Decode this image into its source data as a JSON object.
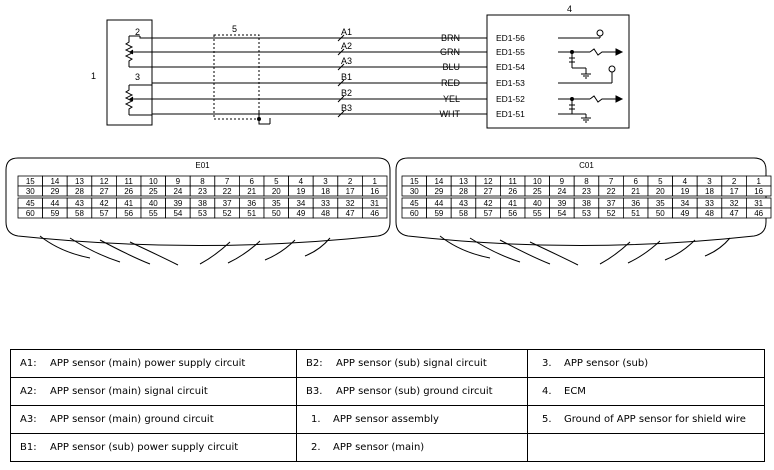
{
  "schematic": {
    "component_labels": {
      "assembly": "1",
      "shield": "5",
      "ecm": "4",
      "sensor_main": "2",
      "sensor_sub": "3"
    },
    "circuits": [
      {
        "code": "A1",
        "wire": "BRN",
        "terminal": "ED1-56"
      },
      {
        "code": "A2",
        "wire": "GRN",
        "terminal": "ED1-55"
      },
      {
        "code": "A3",
        "wire": "BLU",
        "terminal": "ED1-54"
      },
      {
        "code": "B1",
        "wire": "RED",
        "terminal": "ED1-53"
      },
      {
        "code": "B2",
        "wire": "YEL",
        "terminal": "ED1-52"
      },
      {
        "code": "B3",
        "wire": "WHT",
        "terminal": "ED1-51"
      }
    ]
  },
  "connectors": [
    {
      "name": "E01",
      "rows": [
        [
          "15",
          "14",
          "13",
          "12",
          "11",
          "10",
          "9",
          "8",
          "7",
          "6",
          "5",
          "4",
          "3",
          "2",
          "1"
        ],
        [
          "30",
          "29",
          "28",
          "27",
          "26",
          "25",
          "24",
          "23",
          "22",
          "21",
          "20",
          "19",
          "18",
          "17",
          "16"
        ],
        [
          "45",
          "44",
          "43",
          "42",
          "41",
          "40",
          "39",
          "38",
          "37",
          "36",
          "35",
          "34",
          "33",
          "32",
          "31"
        ],
        [
          "60",
          "59",
          "58",
          "57",
          "56",
          "55",
          "54",
          "53",
          "52",
          "51",
          "50",
          "49",
          "48",
          "47",
          "46"
        ]
      ]
    },
    {
      "name": "C01",
      "rows": [
        [
          "15",
          "14",
          "13",
          "12",
          "11",
          "10",
          "9",
          "8",
          "7",
          "6",
          "5",
          "4",
          "3",
          "2",
          "1"
        ],
        [
          "30",
          "29",
          "28",
          "27",
          "26",
          "25",
          "24",
          "23",
          "22",
          "21",
          "20",
          "19",
          "18",
          "17",
          "16"
        ],
        [
          "45",
          "44",
          "43",
          "42",
          "41",
          "40",
          "39",
          "38",
          "37",
          "36",
          "35",
          "34",
          "33",
          "32",
          "31"
        ],
        [
          "60",
          "59",
          "58",
          "57",
          "56",
          "55",
          "54",
          "53",
          "52",
          "51",
          "50",
          "49",
          "48",
          "47",
          "46"
        ]
      ]
    }
  ],
  "legend": [
    [
      {
        "code": "A1:",
        "text": "APP sensor (main) power supply circuit"
      },
      {
        "code": "B2:",
        "text": "APP sensor (sub) signal circuit"
      },
      {
        "code": "3.",
        "text": "APP sensor (sub)"
      }
    ],
    [
      {
        "code": "A2:",
        "text": "APP sensor (main) signal circuit"
      },
      {
        "code": "B3.",
        "text": "APP sensor (sub) ground circuit"
      },
      {
        "code": "4.",
        "text": "ECM"
      }
    ],
    [
      {
        "code": "A3:",
        "text": "APP sensor (main) ground circuit"
      },
      {
        "code": "1.",
        "text": "APP sensor assembly"
      },
      {
        "code": "5.",
        "text": "Ground of APP sensor for shield wire"
      }
    ],
    [
      {
        "code": "B1:",
        "text": "APP sensor (sub) power supply circuit"
      },
      {
        "code": "2.",
        "text": "APP sensor (main)"
      },
      {
        "code": "",
        "text": ""
      }
    ]
  ]
}
